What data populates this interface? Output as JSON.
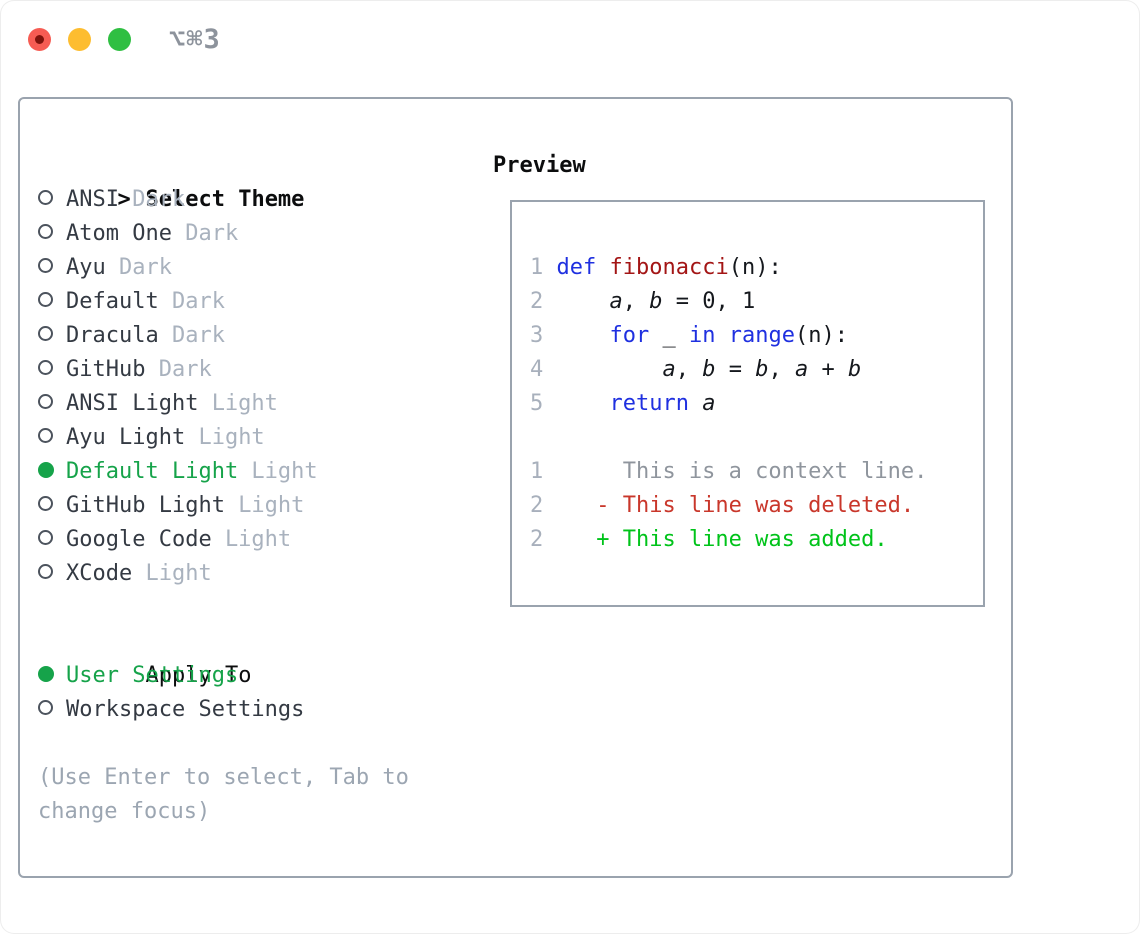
{
  "window": {
    "shortcut": "⌥⌘3"
  },
  "theme_picker": {
    "prompt": ">",
    "title": "Select Theme",
    "themes": [
      {
        "name": "ANSI",
        "variant": "Dark",
        "selected": false
      },
      {
        "name": "Atom One",
        "variant": "Dark",
        "selected": false
      },
      {
        "name": "Ayu",
        "variant": "Dark",
        "selected": false
      },
      {
        "name": "Default",
        "variant": "Dark",
        "selected": false
      },
      {
        "name": "Dracula",
        "variant": "Dark",
        "selected": false
      },
      {
        "name": "GitHub",
        "variant": "Dark",
        "selected": false
      },
      {
        "name": "ANSI Light",
        "variant": "Light",
        "selected": false
      },
      {
        "name": "Ayu Light",
        "variant": "Light",
        "selected": false
      },
      {
        "name": "Default Light",
        "variant": "Light",
        "selected": true
      },
      {
        "name": "GitHub Light",
        "variant": "Light",
        "selected": false
      },
      {
        "name": "Google Code",
        "variant": "Light",
        "selected": false
      },
      {
        "name": "XCode",
        "variant": "Light",
        "selected": false
      }
    ],
    "apply_to": {
      "title": "Apply To",
      "options": [
        {
          "name": "User Settings",
          "selected": true
        },
        {
          "name": "Workspace Settings",
          "selected": false
        }
      ]
    },
    "help_lines": [
      "(Use Enter to select, Tab to",
      "change focus)"
    ]
  },
  "preview": {
    "title": "Preview",
    "lines": [
      {
        "num": "1",
        "segments": [
          [
            "kw",
            "def"
          ],
          [
            "plain",
            " "
          ],
          [
            "fn",
            "fibonacci"
          ],
          [
            "plain",
            "(n):"
          ]
        ]
      },
      {
        "num": "2",
        "segments": [
          [
            "plain",
            "    "
          ],
          [
            "var",
            "a"
          ],
          [
            "plain",
            ", "
          ],
          [
            "var",
            "b"
          ],
          [
            "plain",
            " = 0, 1"
          ]
        ]
      },
      {
        "num": "3",
        "segments": [
          [
            "plain",
            "    "
          ],
          [
            "kw",
            "for"
          ],
          [
            "plain",
            " _ "
          ],
          [
            "kw",
            "in"
          ],
          [
            "plain",
            " "
          ],
          [
            "kw",
            "range"
          ],
          [
            "plain",
            "(n):"
          ]
        ]
      },
      {
        "num": "4",
        "segments": [
          [
            "plain",
            "        "
          ],
          [
            "var",
            "a"
          ],
          [
            "plain",
            ", "
          ],
          [
            "var",
            "b"
          ],
          [
            "plain",
            " = "
          ],
          [
            "var",
            "b"
          ],
          [
            "plain",
            ", "
          ],
          [
            "var",
            "a"
          ],
          [
            "plain",
            " + "
          ],
          [
            "var",
            "b"
          ]
        ]
      },
      {
        "num": "5",
        "segments": [
          [
            "plain",
            "    "
          ],
          [
            "kw",
            "return"
          ],
          [
            "plain",
            " "
          ],
          [
            "var",
            "a"
          ]
        ]
      },
      {
        "num": "",
        "segments": []
      },
      {
        "num": "1",
        "segments": [
          [
            "context",
            "     This is a context line."
          ]
        ]
      },
      {
        "num": "2",
        "segments": [
          [
            "deleted",
            "   - This line was deleted."
          ]
        ]
      },
      {
        "num": "2",
        "segments": [
          [
            "added",
            "   + This line was added."
          ]
        ]
      }
    ]
  },
  "colors": {
    "keyword": "#1f30e0",
    "function_name": "#a31515",
    "deleted": "#c9372b",
    "added": "#00c31a",
    "context": "#8f959d",
    "line_number": "#a8b0bc",
    "selected_green": "#16a34a",
    "item_text": "#343a43",
    "variant_muted": "#a9b2be",
    "help_text": "#9ca6b2",
    "border": "#9aa3ae",
    "title_text": "#0c0d0e",
    "shortcut_text": "#8d939c",
    "traffic_red": "#f65c53",
    "traffic_red_dot": "#7e130c",
    "traffic_yellow": "#fdbd30",
    "traffic_green": "#2fbf42"
  }
}
